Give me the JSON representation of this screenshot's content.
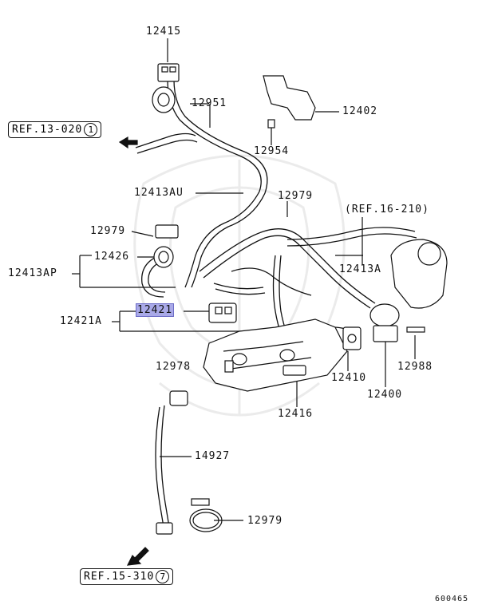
{
  "parts": {
    "p12415": "12415",
    "p12951": "12951",
    "p12402": "12402",
    "p12954": "12954",
    "p12413AU": "12413AU",
    "p12979_top": "12979",
    "p12979_left": "12979",
    "p12426": "12426",
    "p12413AP": "12413AP",
    "p12413A": "12413A",
    "p12421": "12421",
    "p12421A": "12421A",
    "p12978": "12978",
    "p12988": "12988",
    "p12410": "12410",
    "p12400": "12400",
    "p12416": "12416",
    "p14927": "14927",
    "p12979_bottom": "12979"
  },
  "refs": {
    "ref13": {
      "text": "REF.13-020",
      "num": "1"
    },
    "ref16": {
      "text": "(REF.16-210)"
    },
    "ref15": {
      "text": "REF.15-310",
      "num": "7"
    }
  },
  "diagram_id": "600465",
  "highlight_color": "#a9a9e8"
}
